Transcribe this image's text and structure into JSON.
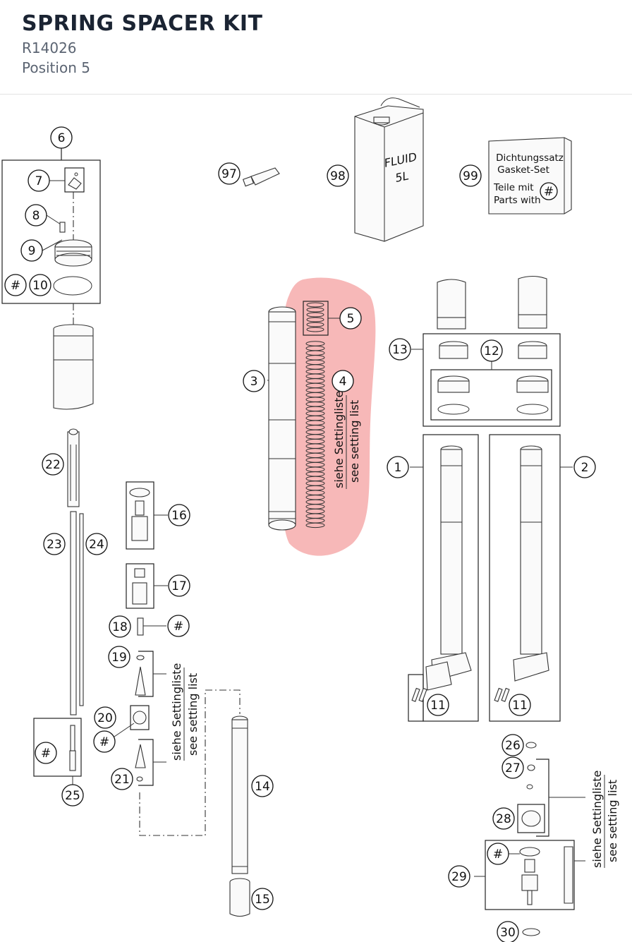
{
  "header": {
    "title": "SPRING SPACER KIT",
    "article_number": "R14026",
    "position": "Position 5"
  },
  "diagram": {
    "highlight_color": "#f4a0a0",
    "highlighted_position": "5",
    "callouts": {
      "c1": "1",
      "c2": "2",
      "c3": "3",
      "c4": "4",
      "c5": "5",
      "c6": "6",
      "c7": "7",
      "c8": "8",
      "c9": "9",
      "c10": "10",
      "c11a": "11",
      "c11b": "11",
      "c12": "12",
      "c13": "13",
      "c14": "14",
      "c15": "15",
      "c16": "16",
      "c17": "17",
      "c18": "18",
      "c19": "19",
      "c20": "20",
      "c21": "21",
      "c22": "22",
      "c23": "23",
      "c24": "24",
      "c25": "25",
      "c26": "26",
      "c27": "27",
      "c28": "28",
      "c29": "29",
      "c30": "30",
      "c97": "97",
      "c98": "98",
      "c99": "99",
      "hash10": "#",
      "hash18": "#",
      "hash20": "#",
      "hash25": "#",
      "hash29": "#",
      "hash99": "#"
    },
    "fluid_label_line1": "FLUID",
    "fluid_label_line2": "5L",
    "gasket_box": {
      "line1": "Dichtungssatz",
      "line2": "Gasket-Set",
      "line3": "Teile mit",
      "line4": "Parts with"
    },
    "setting_note_de": "siehe Settingliste",
    "setting_note_en": "see setting list"
  }
}
